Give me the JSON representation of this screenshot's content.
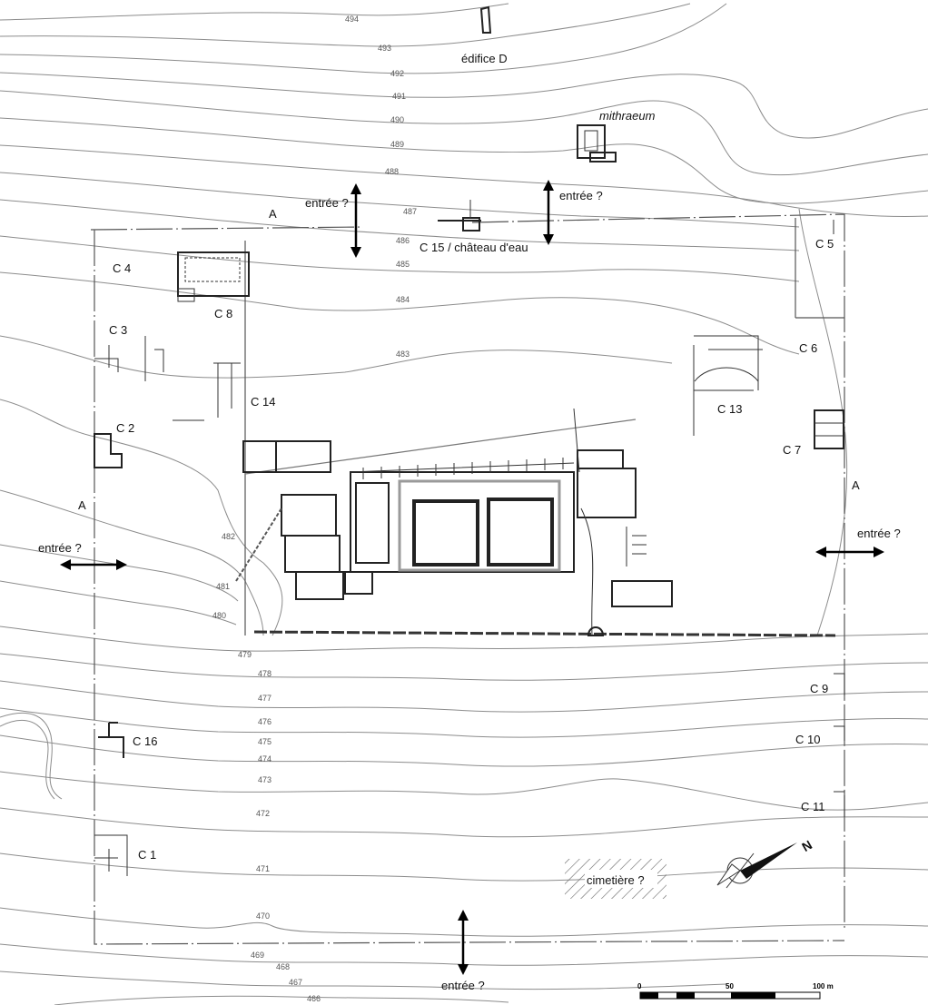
{
  "map": {
    "contour_labels": [
      "494",
      "493",
      "492",
      "491",
      "490",
      "489",
      "488",
      "487",
      "486",
      "485",
      "484",
      "483",
      "482",
      "481",
      "480",
      "479",
      "478",
      "477",
      "476",
      "475",
      "474",
      "473",
      "472",
      "471",
      "470",
      "469",
      "468",
      "467",
      "466"
    ],
    "structure_labels": {
      "edifice_d": "édifice D",
      "mithraeum": "mithraeum",
      "c15": "C 15 / château d'eau",
      "c1": "C 1",
      "c2": "C 2",
      "c3": "C 3",
      "c4": "C 4",
      "c5": "C 5",
      "c6": "C 6",
      "c7": "C 7",
      "c8": "C 8",
      "c9": "C 9",
      "c10": "C 10",
      "c11": "C 11",
      "c13": "C 13",
      "c14": "C 14",
      "c16": "C 16",
      "cemetery": "cimetière ?"
    },
    "entrances": {
      "north_left": "entrée ?",
      "north_right": "entrée ?",
      "west": "entrée ?",
      "east": "entrée ?",
      "south": "entrée ?"
    },
    "section_letter": "A",
    "north_letter": "N",
    "scale": {
      "tick0": "0",
      "tick1": "50",
      "tick2": "100 m"
    },
    "colors": {
      "contour": "#8c8c8c",
      "wall": "#222222",
      "background": "#ffffff"
    }
  }
}
